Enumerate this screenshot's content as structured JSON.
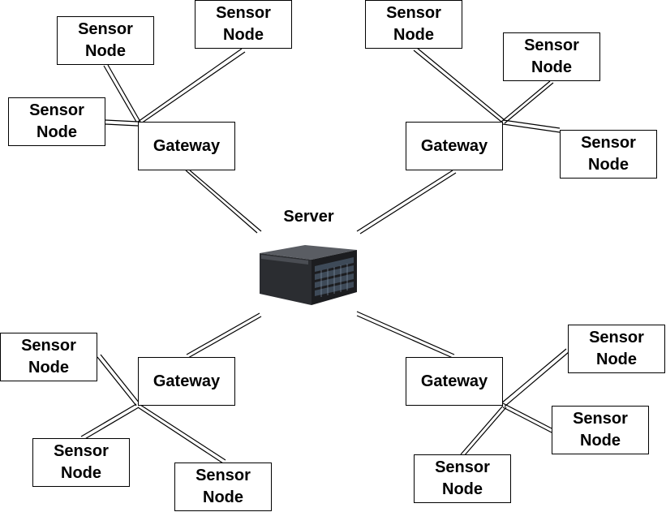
{
  "server": {
    "label": "Server"
  },
  "gateway_label": "Gateway",
  "sensor_label_line1": "Sensor",
  "sensor_label_line2": "Node",
  "clusters": [
    {
      "name": "top-left",
      "gateway": "Gateway",
      "sensors": [
        {
          "line1": "Sensor",
          "line2": "Node"
        },
        {
          "line1": "Sensor",
          "line2": "Node"
        },
        {
          "line1": "Sensor",
          "line2": "Node"
        }
      ]
    },
    {
      "name": "top-right",
      "gateway": "Gateway",
      "sensors": [
        {
          "line1": "Sensor",
          "line2": "Node"
        },
        {
          "line1": "Sensor",
          "line2": "Node"
        },
        {
          "line1": "Sensor",
          "line2": "Node"
        }
      ]
    },
    {
      "name": "bottom-left",
      "gateway": "Gateway",
      "sensors": [
        {
          "line1": "Sensor",
          "line2": "Node"
        },
        {
          "line1": "Sensor",
          "line2": "Node"
        },
        {
          "line1": "Sensor",
          "line2": "Node"
        }
      ]
    },
    {
      "name": "bottom-right",
      "gateway": "Gateway",
      "sensors": [
        {
          "line1": "Sensor",
          "line2": "Node"
        },
        {
          "line1": "Sensor",
          "line2": "Node"
        },
        {
          "line1": "Sensor",
          "line2": "Node"
        }
      ]
    }
  ],
  "icons": {
    "server": "rack-server-icon"
  }
}
